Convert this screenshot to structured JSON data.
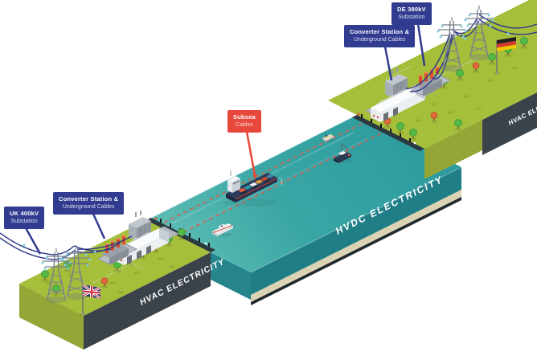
{
  "labels": {
    "uk_substation": {
      "line1": "UK 400kV",
      "line2": "Substation"
    },
    "uk_converter": {
      "line1": "Converter Station &",
      "line2": "Underground Cables"
    },
    "subsea_cables": {
      "line1": "Subsea",
      "line2": "Cables"
    },
    "de_converter": {
      "line1": "Converter Station &",
      "line2": "Underground Cables"
    },
    "de_substation": {
      "line1": "DE 380kV",
      "line2": "Substation"
    }
  },
  "face_texts": {
    "uk_hvac": "HVAC ELECTRICITY",
    "water_hvdc": "HVDC ELECTRICITY",
    "de_hvac": "HVAC ELECTRICITY"
  },
  "flags": {
    "uk": "union-jack",
    "de": "german-tricolour"
  },
  "colors": {
    "label_navy": "#313c90",
    "label_red": "#e8483c",
    "land_green": "#a6bf3a",
    "land_olive": "#96a636",
    "face_gray": "#3b434a",
    "water_top": "#39a5a3",
    "water_side": "#1f7e86",
    "sand": "#dcd2b4",
    "shoreline": "#2b3940",
    "subsea_cable_red": "#e05a48",
    "overhead_cable_navy": "#2e3a8c",
    "insulator_cyan": "#7fd2e4"
  }
}
